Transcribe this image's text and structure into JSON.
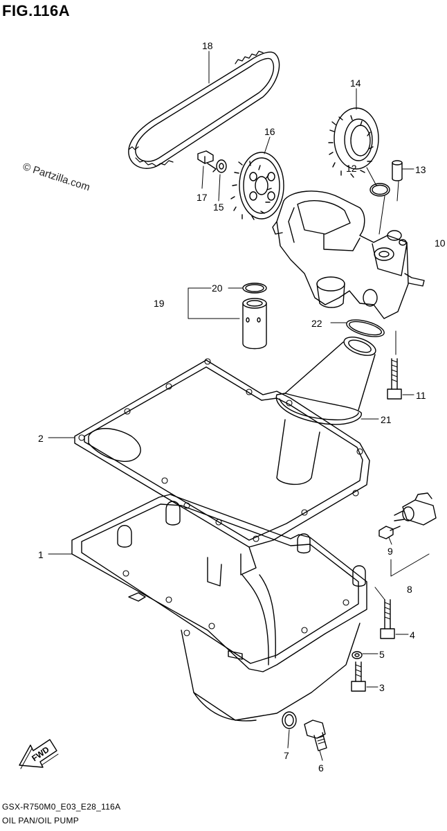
{
  "figure": {
    "title": "FIG.116A"
  },
  "watermark": "© Partzilla.com",
  "footer": {
    "code": "GSX-R750M0_E03_E28_116A",
    "subtitle": "OIL PAN/OIL PUMP"
  },
  "fwd_label": "FWD",
  "callouts": [
    {
      "id": "c1",
      "label": "1"
    },
    {
      "id": "c2",
      "label": "2"
    },
    {
      "id": "c3",
      "label": "3"
    },
    {
      "id": "c4",
      "label": "4"
    },
    {
      "id": "c5",
      "label": "5"
    },
    {
      "id": "c6",
      "label": "6"
    },
    {
      "id": "c7",
      "label": "7"
    },
    {
      "id": "c8",
      "label": "8"
    },
    {
      "id": "c9",
      "label": "9"
    },
    {
      "id": "c10",
      "label": "10"
    },
    {
      "id": "c11",
      "label": "11"
    },
    {
      "id": "c12",
      "label": "12"
    },
    {
      "id": "c13",
      "label": "13"
    },
    {
      "id": "c14",
      "label": "14"
    },
    {
      "id": "c15",
      "label": "15"
    },
    {
      "id": "c16",
      "label": "16"
    },
    {
      "id": "c17",
      "label": "17"
    },
    {
      "id": "c18",
      "label": "18"
    },
    {
      "id": "c19",
      "label": "19"
    },
    {
      "id": "c20",
      "label": "20"
    },
    {
      "id": "c21",
      "label": "21"
    },
    {
      "id": "c22",
      "label": "22"
    }
  ]
}
